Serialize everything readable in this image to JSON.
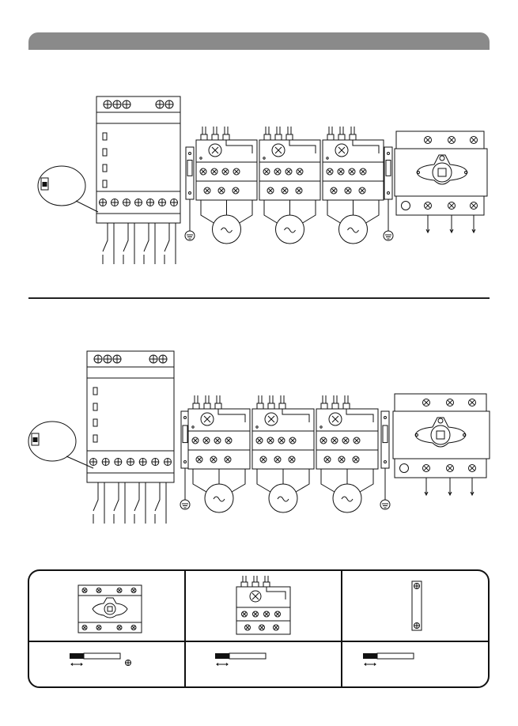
{
  "colors": {
    "header": "#8a8a8a",
    "line": "#111111",
    "cable": "#111111"
  },
  "diagrams": [
    {
      "id": "wiring-diagram-1",
      "motors": 3,
      "controller_inputs": 4,
      "output_terminals": 7
    },
    {
      "id": "wiring-diagram-2",
      "motors": 3,
      "controller_inputs": 4,
      "output_terminals": 7
    }
  ],
  "legend": {
    "cells": [
      {
        "id": "main-switch",
        "icon": "rotary-switch-icon"
      },
      {
        "id": "contactor-overload",
        "icon": "contactor-icon"
      },
      {
        "id": "terminal-rail",
        "icon": "din-rail-icon"
      },
      {
        "id": "cable-ground",
        "icon": "cable-strip-icon"
      },
      {
        "id": "cable-2",
        "icon": "cable-strip-icon"
      },
      {
        "id": "cable-3",
        "icon": "cable-strip-icon"
      }
    ]
  }
}
